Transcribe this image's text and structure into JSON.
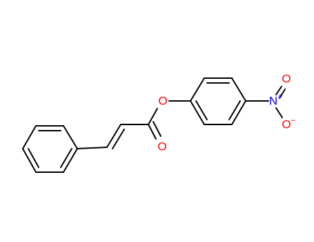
{
  "molecule": {
    "atoms": {
      "ester_oxygen": {
        "label": "O",
        "color": "#ff0000"
      },
      "carbonyl_oxygen": {
        "label": "O",
        "color": "#ff0000"
      },
      "nitro_nitrogen": {
        "label": "N",
        "color": "#0000ff",
        "charge": "+"
      },
      "nitro_oxygen_top": {
        "label": "O",
        "color": "#ff0000"
      },
      "nitro_oxygen_bottom": {
        "label": "O",
        "color": "#ff0000",
        "charge": "−"
      }
    },
    "bond_color": "#000000"
  }
}
